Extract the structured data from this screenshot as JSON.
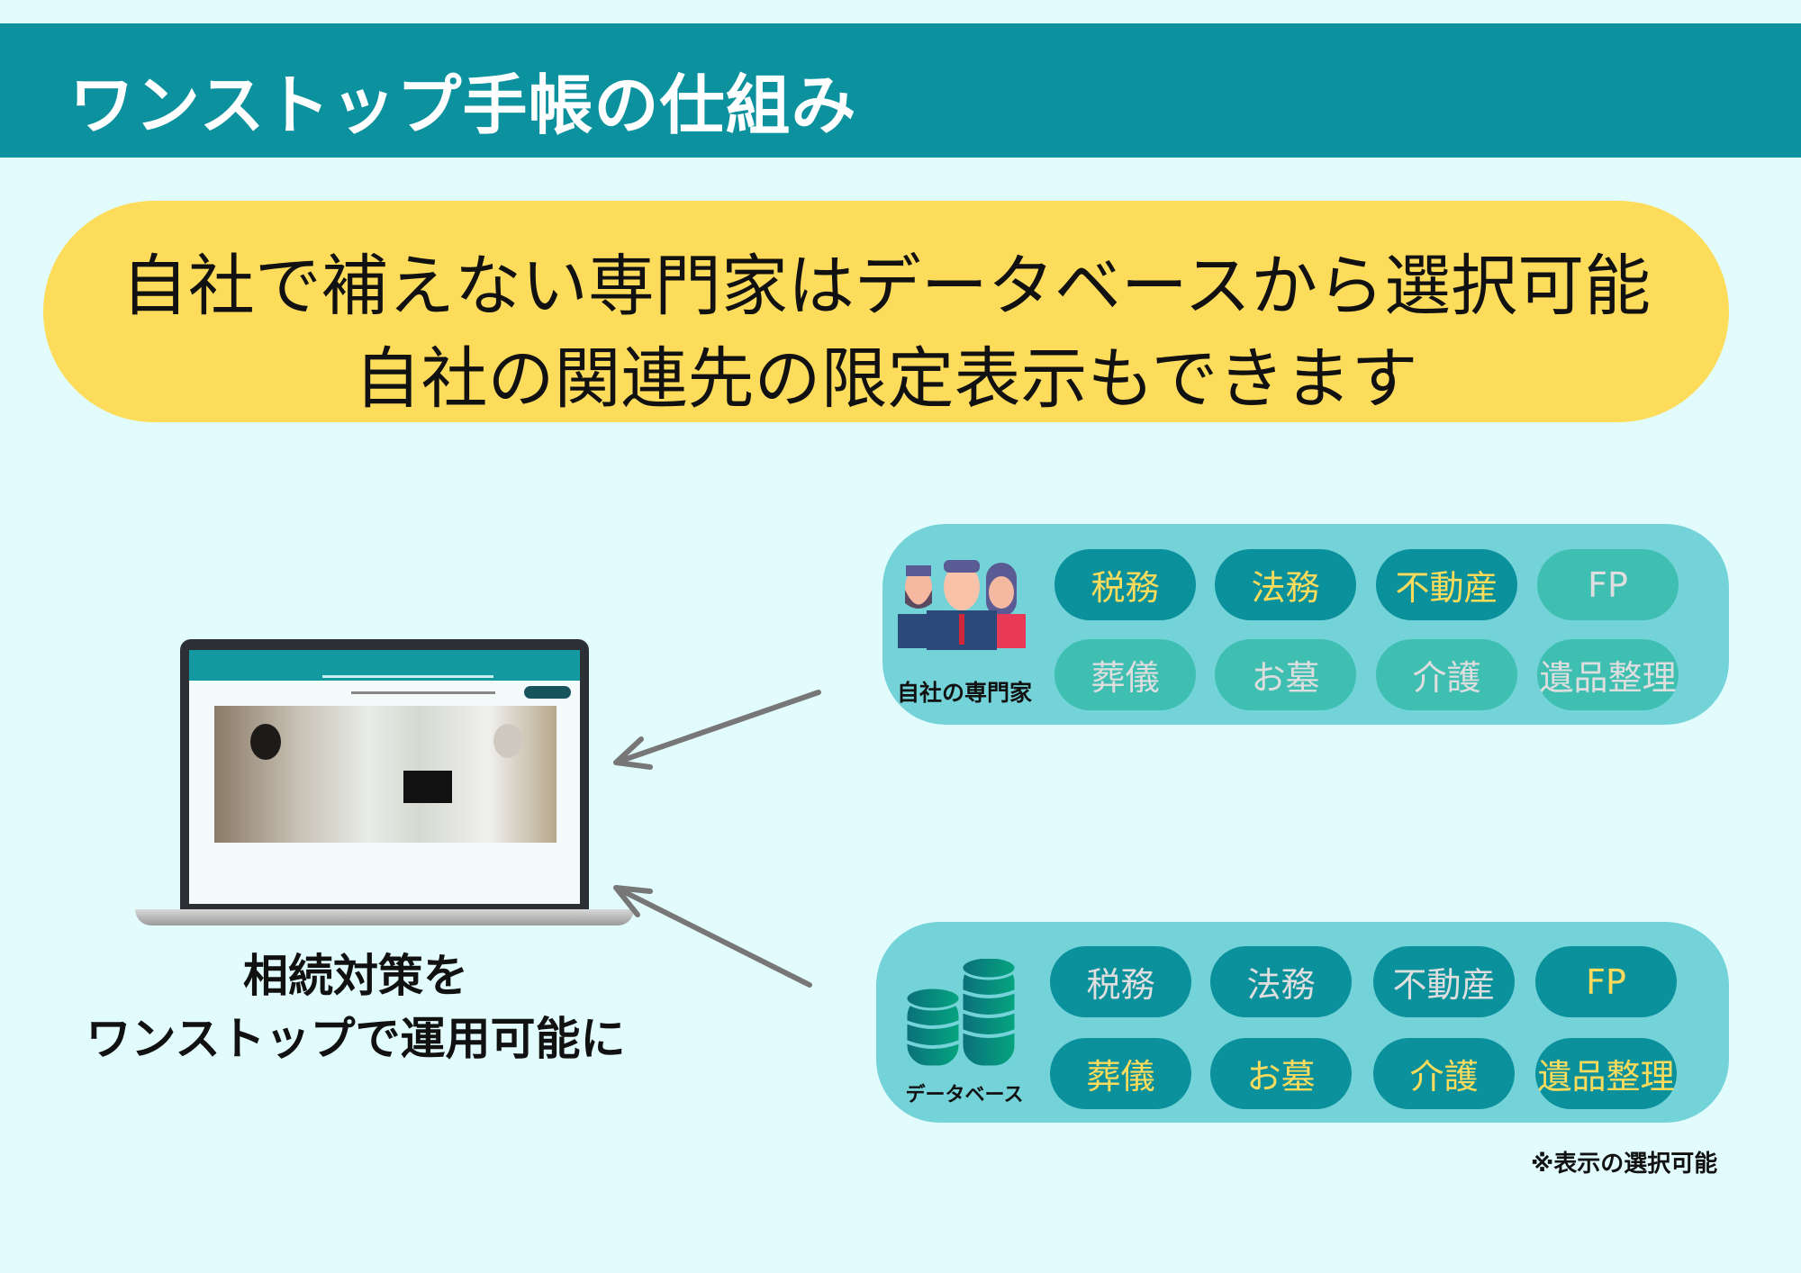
{
  "title": "ワンストップ手帳の仕組み",
  "banner": {
    "line1": "自社で補えない専門家はデータベースから選択可能",
    "line2": "自社の関連先の限定表示もできます"
  },
  "caption": {
    "line1": "相続対策を",
    "line2": "ワンストップで運用可能に"
  },
  "in_house": {
    "label": "自社の専門家",
    "icon": "people-icon",
    "pills": [
      {
        "label": "税務",
        "state": "on"
      },
      {
        "label": "法務",
        "state": "on"
      },
      {
        "label": "不動産",
        "state": "on"
      },
      {
        "label": "FP",
        "state": "off"
      },
      {
        "label": "葬儀",
        "state": "off"
      },
      {
        "label": "お墓",
        "state": "off"
      },
      {
        "label": "介護",
        "state": "off"
      },
      {
        "label": "遺品整理",
        "state": "off"
      }
    ]
  },
  "database": {
    "label": "データベース",
    "icon": "database-icon",
    "pills": [
      {
        "label": "税務",
        "text": "gray"
      },
      {
        "label": "法務",
        "text": "gray"
      },
      {
        "label": "不動産",
        "text": "gray"
      },
      {
        "label": "FP",
        "text": "yellow"
      },
      {
        "label": "葬儀",
        "text": "yellow"
      },
      {
        "label": "お墓",
        "text": "yellow"
      },
      {
        "label": "介護",
        "text": "yellow"
      },
      {
        "label": "遺品整理",
        "text": "yellow"
      }
    ]
  },
  "note": "※表示の選択可能",
  "colors": {
    "header": "#0b929e",
    "banner": "#fddc5c",
    "panel": "#74d3d8",
    "pill_active": "#0b919c",
    "pill_inactive": "#3fbfb2"
  }
}
